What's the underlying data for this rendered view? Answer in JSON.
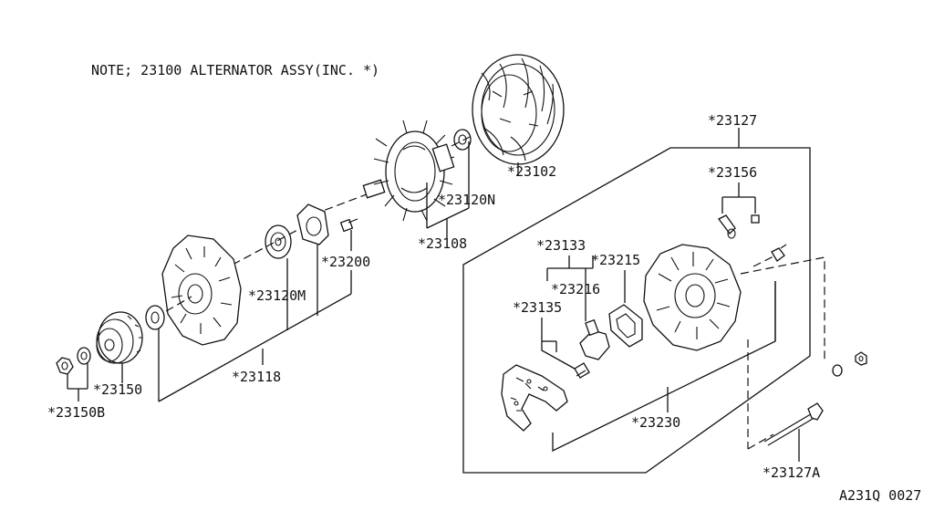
{
  "note": "NOTE; 23100  ALTERNATOR ASSY(INC. *)",
  "figure_code": "A231Q 0027",
  "labels": {
    "p23102": "*23102",
    "p23120N": "*23120N",
    "p23108": "*23108",
    "p23200": "*23200",
    "p23120M": "*23120M",
    "p23118": "*23118",
    "p23150": "*23150",
    "p23150B": "*23150B",
    "p23127": "*23127",
    "p23156": "*23156",
    "p23133": "*23133",
    "p23215": "*23215",
    "p23216": "*23216",
    "p23135": "*23135",
    "p23230": "*23230",
    "p23127A": "*23127A"
  },
  "icons": [
    "nut-icon",
    "washer-icon",
    "pulley-icon",
    "spacer-icon",
    "front-housing-icon",
    "bearing-icon",
    "retainer-plate-icon",
    "screw-icon",
    "rotor-icon",
    "stator-icon",
    "rear-housing-icon",
    "brush-holder-icon",
    "terminal-icon",
    "regulator-icon",
    "through-bolt-icon"
  ]
}
